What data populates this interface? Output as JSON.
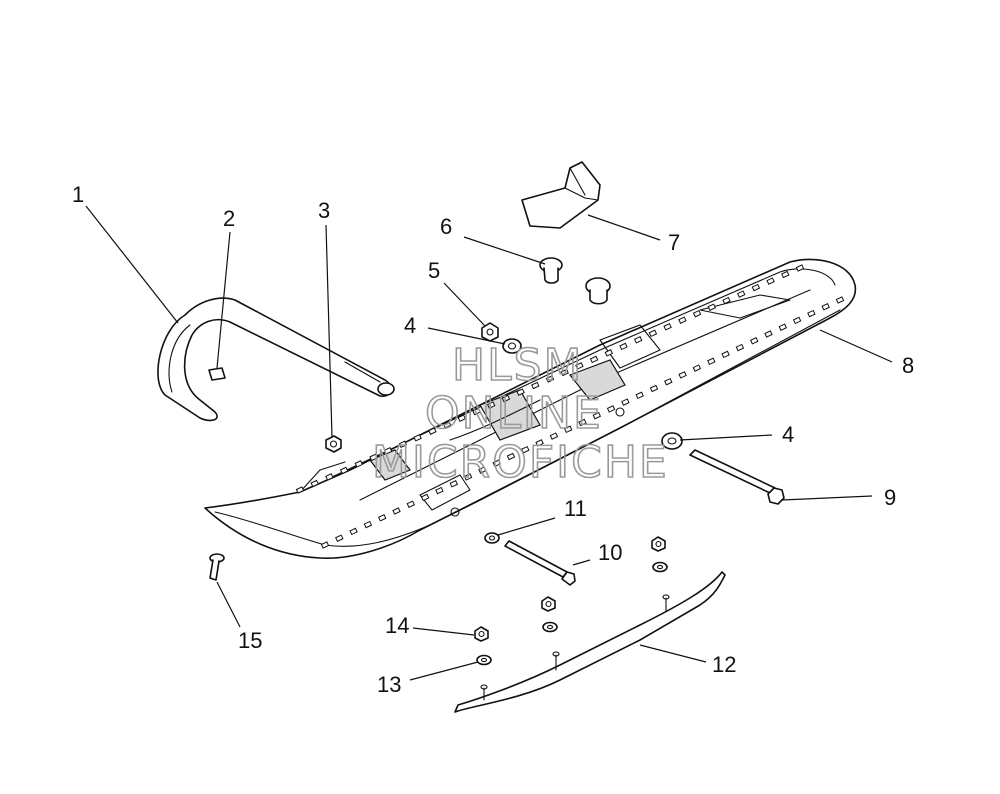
{
  "callouts": {
    "c1": "1",
    "c2": "2",
    "c3": "3",
    "c4a": "4",
    "c4b": "4",
    "c5": "5",
    "c6": "6",
    "c7": "7",
    "c8": "8",
    "c9": "9",
    "c10": "10",
    "c11": "11",
    "c12": "12",
    "c13": "13",
    "c14": "14",
    "c15": "15"
  },
  "watermark": {
    "line1": "HLSM",
    "line2": "ONLINE",
    "line3": "MICROFICHE"
  }
}
